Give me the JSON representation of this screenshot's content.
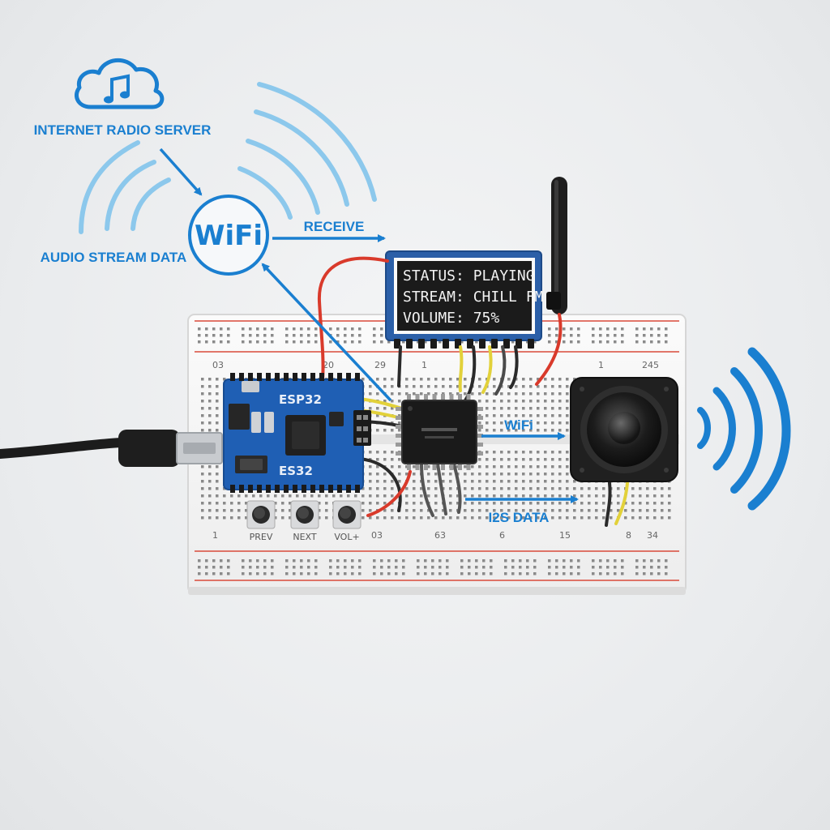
{
  "labels": {
    "server": "INTERNET RADIO SERVER",
    "wifi_node": "WiFi",
    "receive": "RECEIVE",
    "audio_stream": "AUDIO STREAM DATA",
    "wifi_arrow": "WiFi",
    "i2s": "I2S DATA"
  },
  "display": {
    "line1": "STATUS: PLAYING",
    "line2": "STREAM: CHILL FM",
    "line3": "VOLUME:  75%"
  },
  "board": {
    "name": "ESP32",
    "sub": "ES32"
  },
  "buttons": {
    "prev": "PREV",
    "next": "NEXT",
    "volup": "VOL+"
  },
  "breadboard_numbers": {
    "top": [
      "03",
      "20",
      "29",
      "1",
      "1",
      "245"
    ],
    "bottom": [
      "1",
      "03",
      "63",
      "6",
      "15",
      "8",
      "34"
    ]
  },
  "icons": {
    "cloud": "cloud-music-icon",
    "note": "music-note-icon",
    "antenna": "antenna-icon",
    "speaker": "speaker-icon",
    "sound_waves": "sound-waves-icon",
    "usb": "usb-cable-icon"
  },
  "colors": {
    "accent_blue": "#1a7fd0",
    "wave_blue": "#8cc8ec",
    "board_blue": "#1f5fb4",
    "lcd_bg": "#1b1b1b",
    "wire_red": "#d93a2b",
    "wire_yellow": "#e2d13a"
  }
}
